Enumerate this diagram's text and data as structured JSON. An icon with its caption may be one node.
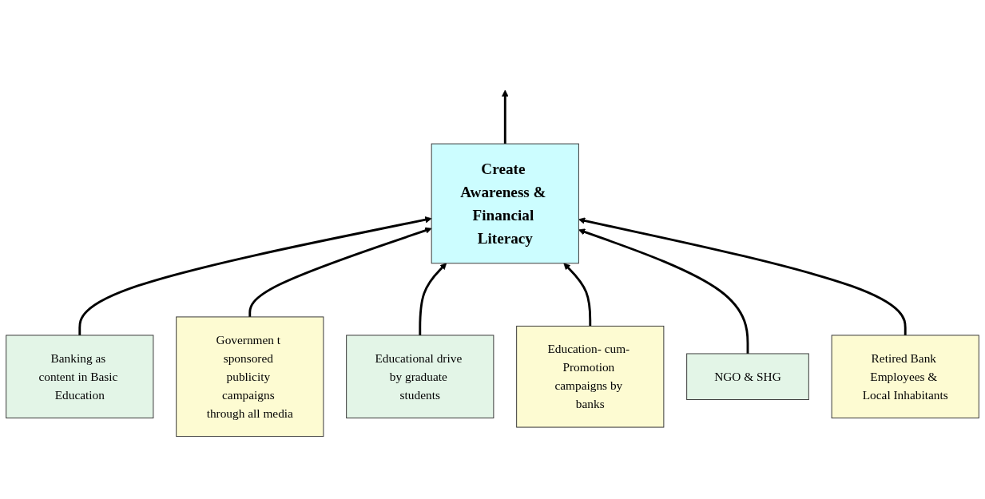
{
  "diagram": {
    "nodes": [
      {
        "text": [
          "Create Awareness & Financial Literacy"
        ]
      },
      {
        "text": [
          "Banking as content in Basic Education"
        ]
      },
      {
        "text": [
          "Governmen t sponsored publicity campaigns through all media"
        ]
      },
      {
        "text": [
          "Educational drive by graduate students"
        ]
      },
      {
        "text": [
          "Education- cum- Promotion campaigns by banks"
        ]
      },
      {
        "text": [
          "NGO & SHG"
        ]
      },
      {
        "text": [
          "Retired Bank Employees & Local Inhabitants"
        ]
      }
    ],
    "edges": [
      {
        "from": 0,
        "to": null,
        "arrow": "to"
      },
      {
        "from": 1,
        "to": 0,
        "arrow": "to"
      },
      {
        "from": 2,
        "to": 0,
        "arrow": "to"
      },
      {
        "from": 3,
        "to": 0,
        "arrow": "to"
      },
      {
        "from": 4,
        "to": 0,
        "arrow": "to"
      },
      {
        "from": 5,
        "to": 0,
        "arrow": "to"
      },
      {
        "from": 6,
        "to": 0,
        "arrow": "to"
      }
    ]
  }
}
